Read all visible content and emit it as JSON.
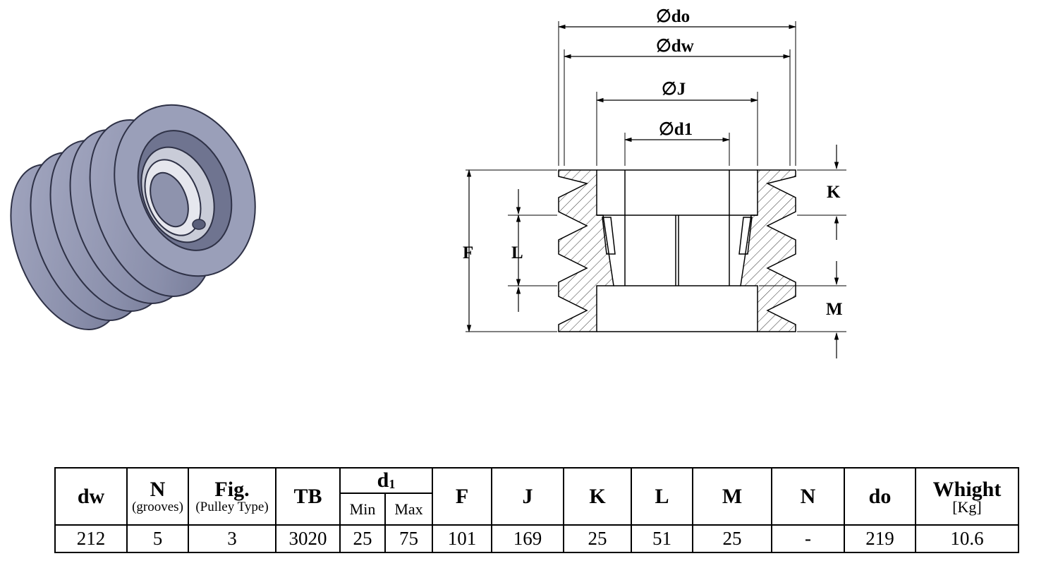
{
  "drawing": {
    "dimension_labels": {
      "do": "do",
      "dw": "dw",
      "J": "J",
      "d1": "d1",
      "K": "K",
      "F": "F",
      "L": "L",
      "M": "M"
    },
    "diameter_symbol": "∅"
  },
  "table": {
    "headers": {
      "dw": "dw",
      "N": "N",
      "N_sub": "(grooves)",
      "fig": "Fig.",
      "fig_sub": "(Pulley Type)",
      "tb": "TB",
      "d1_main": "d",
      "d1_index": "1",
      "min": "Min",
      "max": "Max",
      "F": "F",
      "J": "J",
      "K": "K",
      "L": "L",
      "M": "M",
      "N2": "N",
      "do": "do",
      "weight": "Whight",
      "weight_unit": "[Kg]"
    },
    "row": {
      "dw": "212",
      "N": "5",
      "fig": "3",
      "tb": "3020",
      "min": "25",
      "max": "75",
      "F": "101",
      "J": "169",
      "K": "25",
      "L": "51",
      "M": "25",
      "N2": "-",
      "do": "219",
      "weight": "10.6"
    }
  },
  "colors": {
    "pulley_body": "#8e93ad",
    "pulley_edge": "#3b3f55",
    "hatch": "#333333"
  }
}
